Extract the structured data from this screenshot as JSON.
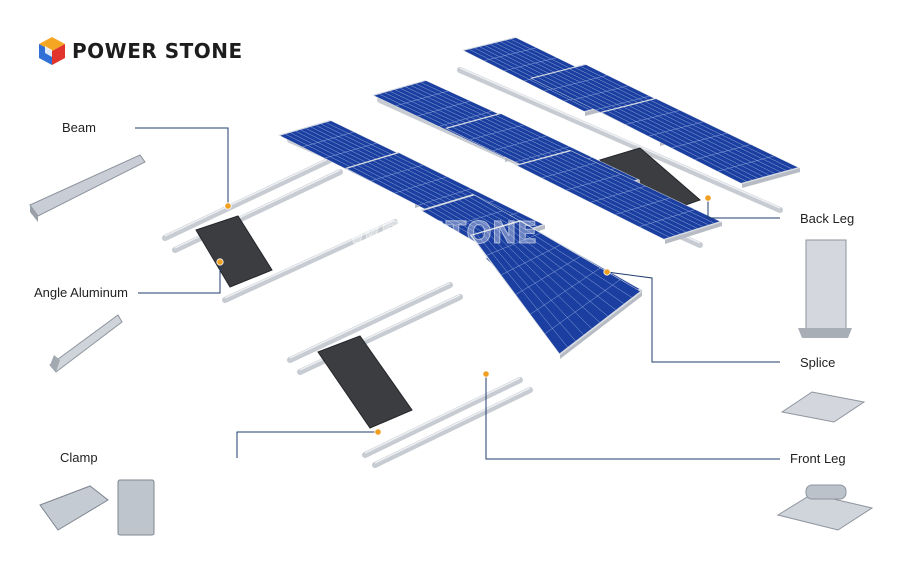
{
  "brand": {
    "name": "POWER STONE",
    "logo_icon": "cube-logo-icon",
    "watermark": "POWERSTONE"
  },
  "labels": {
    "beam": "Beam",
    "angle_aluminum": "Angle Aluminum",
    "clamp": "Clamp",
    "back_leg": "Back Leg",
    "splice": "Splice",
    "front_leg": "Front Leg"
  },
  "colors": {
    "panel": "#1b3fa0",
    "panel_line": "#8ea6dc",
    "frame": "#d9dde3",
    "rail": "#c7ccd3",
    "ballast": "#3b3d40",
    "leader": "#1f3c6e",
    "marker": "#f0a020"
  }
}
